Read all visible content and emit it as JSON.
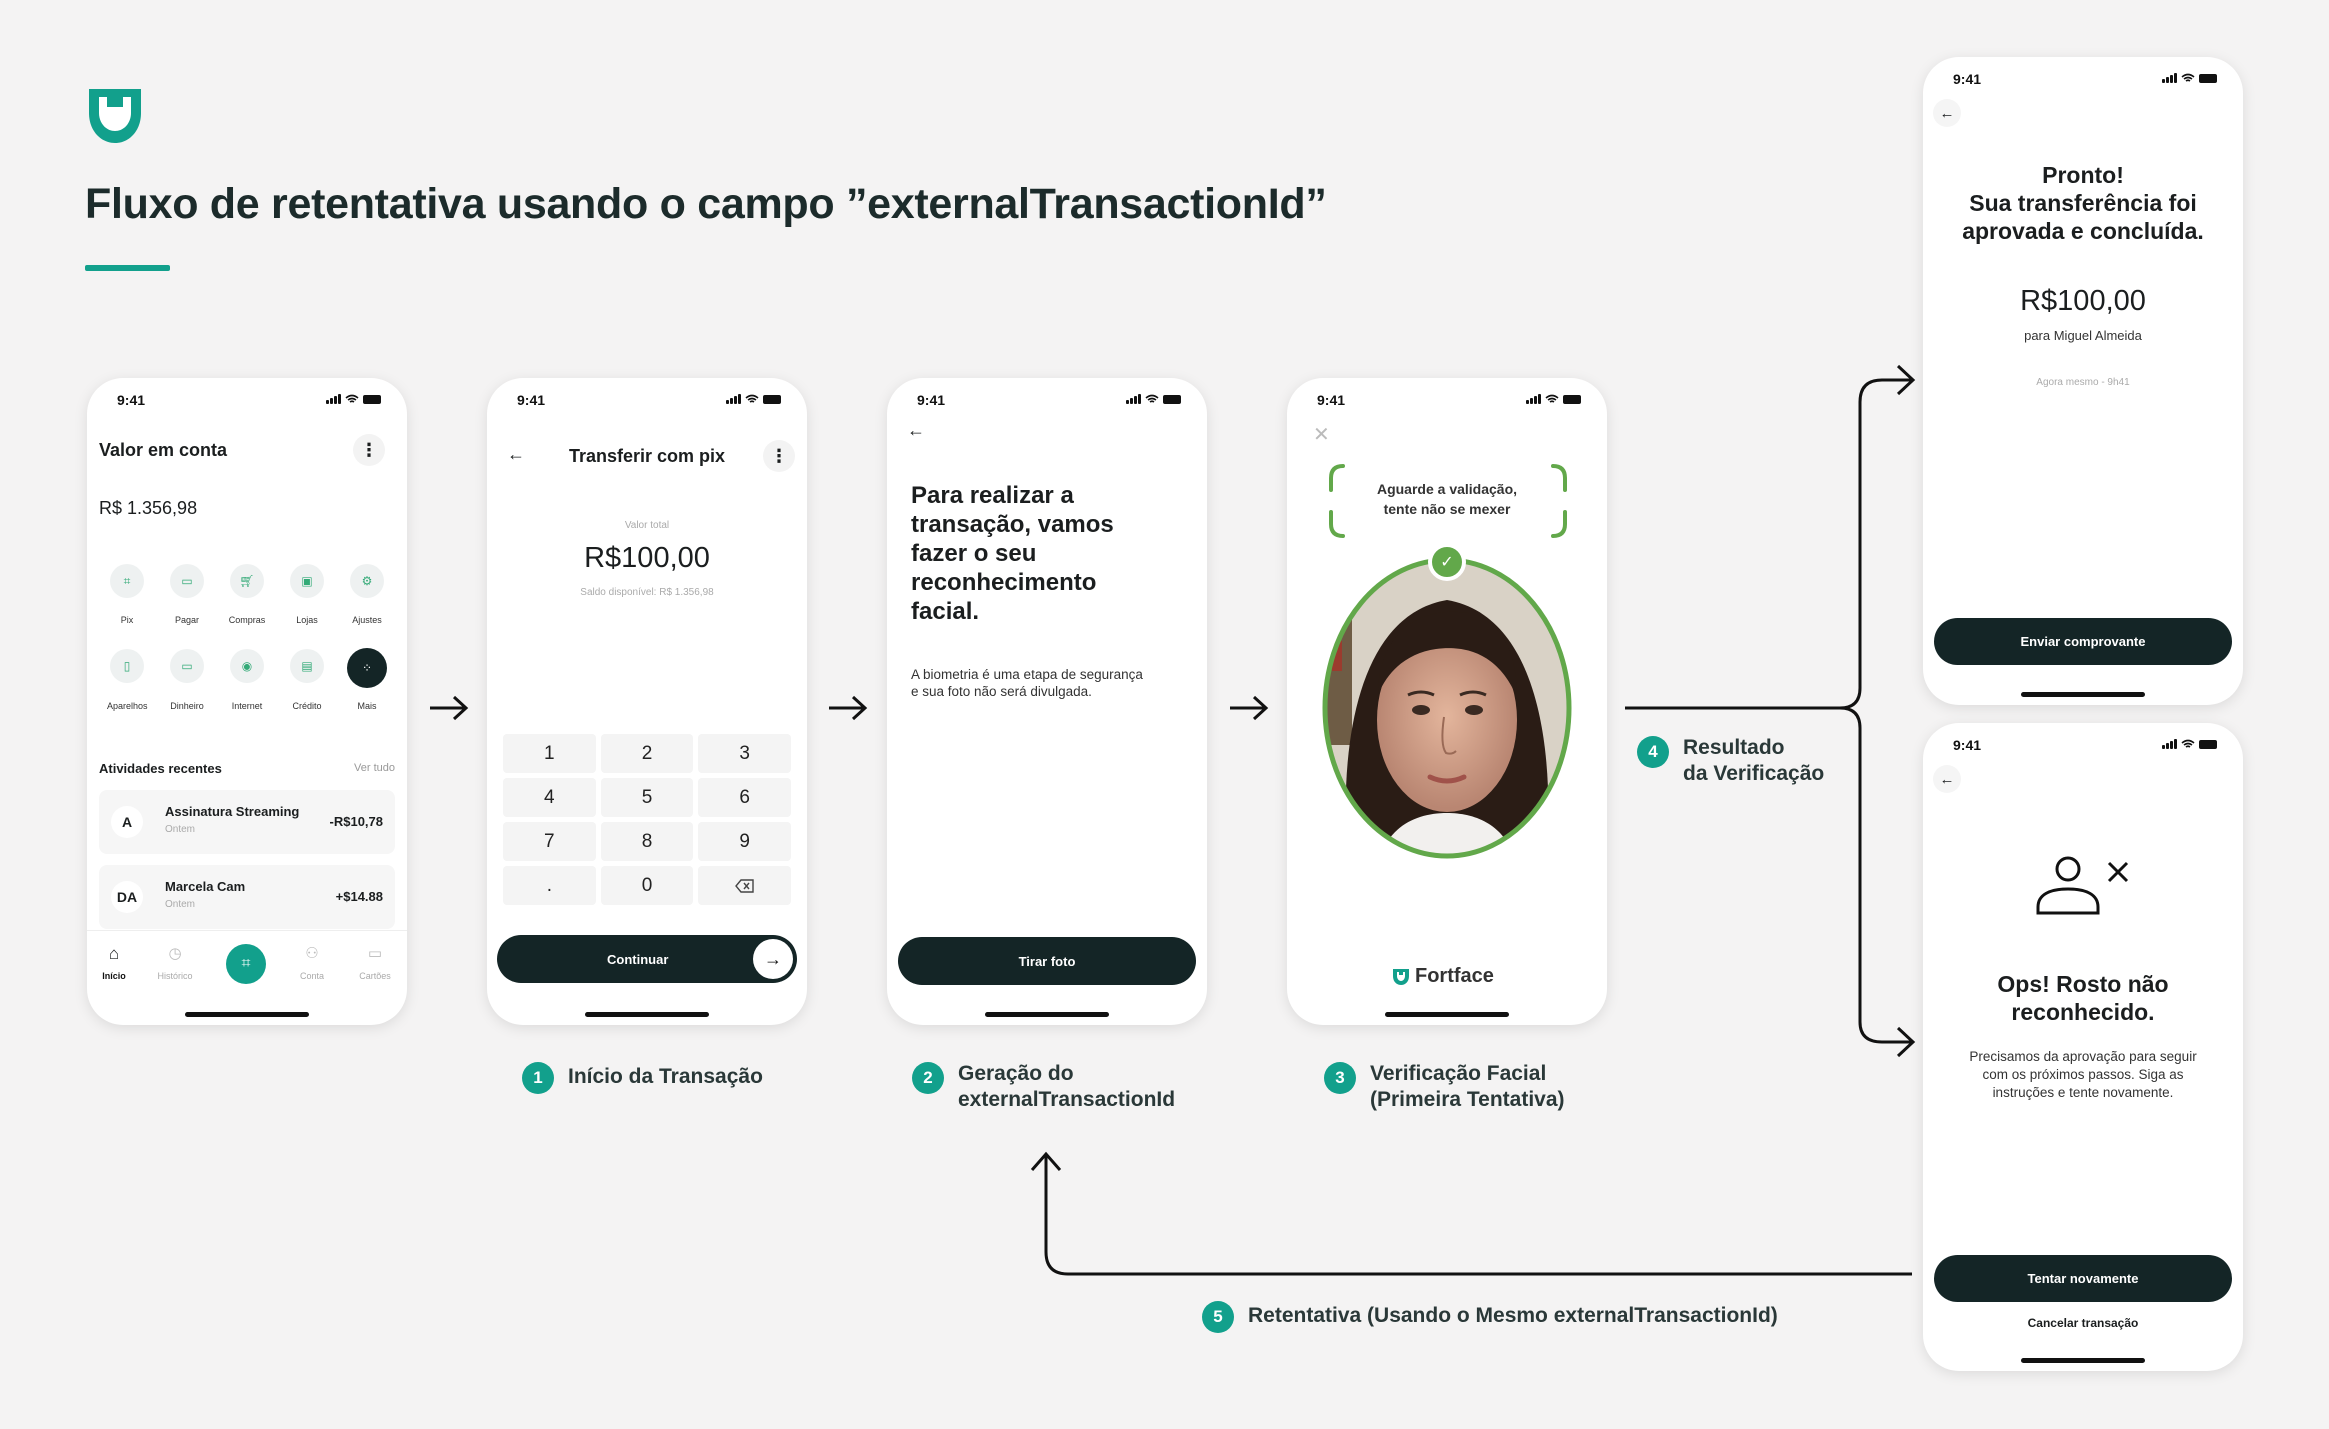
{
  "page": {
    "title": "Fluxo de retentativa usando o campo ”externalTransactionId”",
    "accent_color": "#12a08c",
    "dark_color": "#142526"
  },
  "status_time": "9:41",
  "steps": [
    {
      "number": "1",
      "label": "Início da Transação"
    },
    {
      "number": "2",
      "label_line1": "Geração do",
      "label_line2": "externalTransactionId"
    },
    {
      "number": "3",
      "label_line1": "Verificação Facial",
      "label_line2": "(Primeira Tentativa)"
    },
    {
      "number": "4",
      "label_line1": "Resultado",
      "label_line2": "da Verificação"
    },
    {
      "number": "5",
      "label": "Retentativa (Usando o Mesmo externalTransactionId)"
    }
  ],
  "screen1": {
    "header": "Valor em conta",
    "balance": "R$ 1.356,98",
    "quick_actions_row1": [
      "Pix",
      "Pagar",
      "Compras",
      "Lojas",
      "Ajustes"
    ],
    "quick_actions_row2": [
      "Aparelhos",
      "Dinheiro",
      "Internet",
      "Crédito",
      "Mais"
    ],
    "recent_title": "Atividades recentes",
    "see_all": "Ver tudo",
    "activities": [
      {
        "avatar": "A",
        "name": "Assinatura Streaming",
        "date": "Ontem",
        "amount": "-R$10,78"
      },
      {
        "avatar": "DA",
        "name": "Marcela Cam",
        "date": "Ontem",
        "amount": "+$14.88"
      }
    ],
    "nav": [
      "Início",
      "Histórico",
      "",
      "Conta",
      "Cartões"
    ]
  },
  "screen2": {
    "header": "Transferir com pix",
    "total_label": "Valor total",
    "amount": "R$100,00",
    "available": "Saldo disponível: R$ 1.356,98",
    "keys": [
      [
        "1",
        "2",
        "3"
      ],
      [
        "4",
        "5",
        "6"
      ],
      [
        "7",
        "8",
        "9"
      ],
      [
        ".",
        "0",
        ""
      ]
    ],
    "continue": "Continuar"
  },
  "screen3": {
    "heading_lines": [
      "Para realizar a",
      "transação, vamos",
      "fazer o seu",
      "reconhecimento",
      "facial."
    ],
    "body_line1": "A biometria é uma etapa de segurança",
    "body_line2": "e sua foto não será divulgada.",
    "button": "Tirar foto"
  },
  "screen4": {
    "hint_line1": "Aguarde a validação,",
    "hint_line2": "tente não se mexer",
    "brand": "Fortface"
  },
  "screen5": {
    "heading_lines": [
      "Pronto!",
      "Sua transferência foi",
      "aprovada e concluída."
    ],
    "amount": "R$100,00",
    "recipient": "para Miguel Almeida",
    "time": "Agora mesmo - 9h41",
    "button": "Enviar comprovante"
  },
  "screen6": {
    "heading_lines": [
      "Ops! Rosto não",
      "reconhecido."
    ],
    "body_lines": [
      "Precisamos da aprovação para seguir",
      "com os próximos passos. Siga as",
      "instruções e tente novamente."
    ],
    "button": "Tentar novamente",
    "cancel": "Cancelar transação"
  }
}
